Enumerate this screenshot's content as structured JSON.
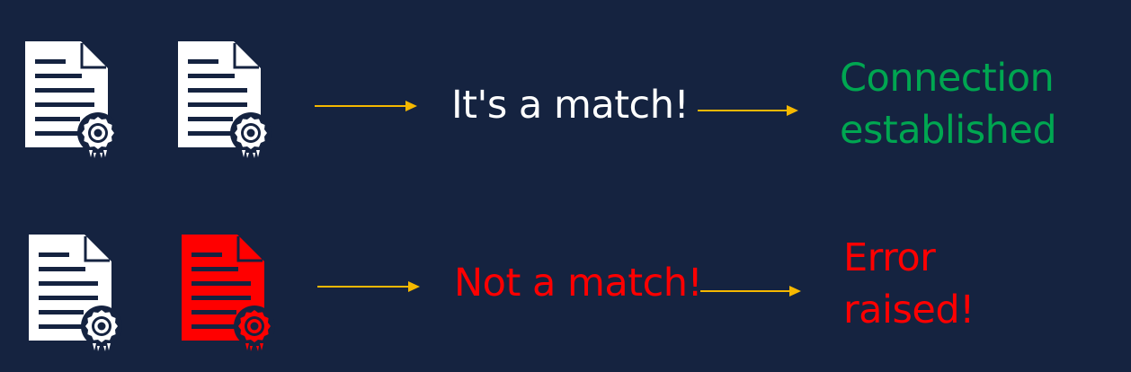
{
  "colors": {
    "background": "#152340",
    "cert_white": "#ffffff",
    "cert_red": "#ff0000",
    "arrow": "#f5b800",
    "text_white": "#ffffff",
    "success": "#00a651",
    "error": "#ff0000"
  },
  "rows": [
    {
      "certificates": [
        {
          "icon": "certificate-document-icon",
          "color": "white"
        },
        {
          "icon": "certificate-document-icon",
          "color": "white"
        }
      ],
      "verdict": "It's a match!",
      "result_line1": "Connection",
      "result_line2": "established"
    },
    {
      "certificates": [
        {
          "icon": "certificate-document-icon",
          "color": "white"
        },
        {
          "icon": "certificate-document-icon",
          "color": "red"
        }
      ],
      "verdict": "Not a match!",
      "result_line1": "Error",
      "result_line2": "raised!"
    }
  ]
}
